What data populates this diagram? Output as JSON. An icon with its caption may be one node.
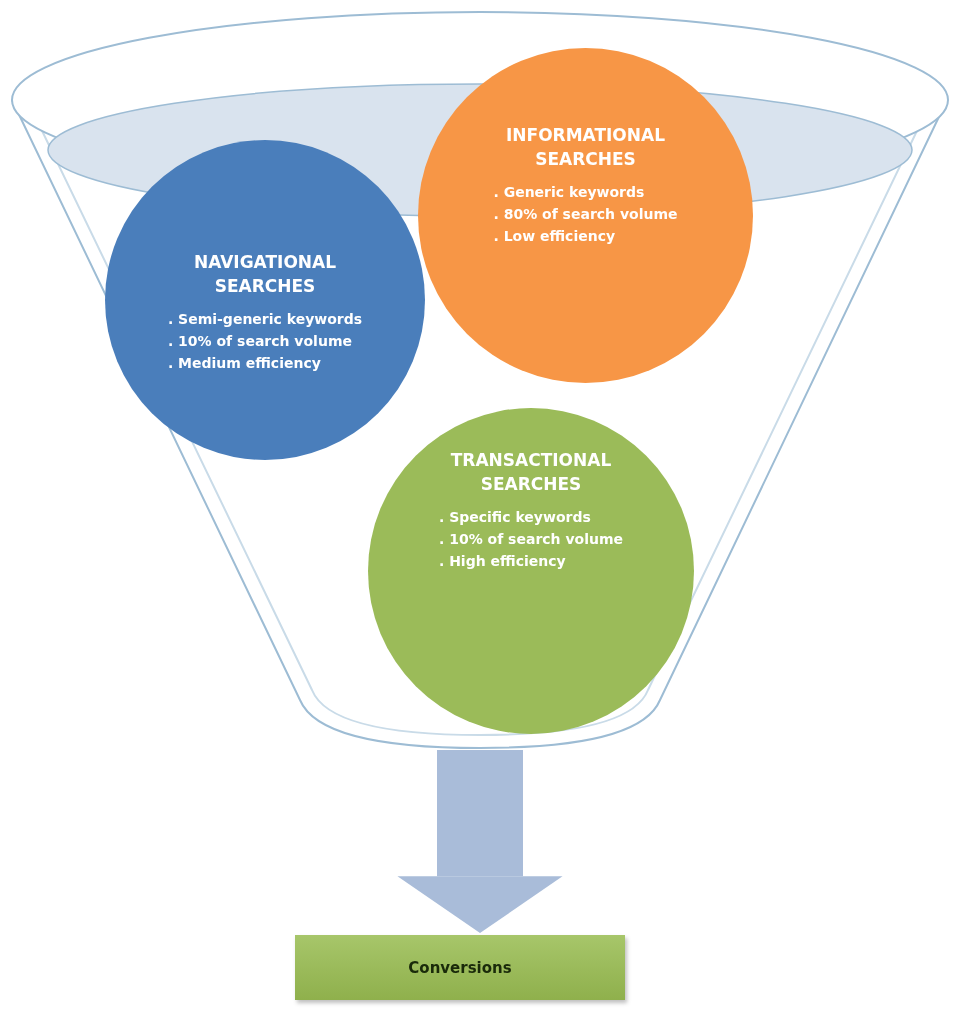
{
  "diagram": {
    "nodes": [
      {
        "text": [],
        "shape": "funnel"
      },
      {
        "text": [
          "NAVIGATIONAL SEARCHES",
          ". Semi-generic keywords",
          ". 10% of search volume",
          ". Medium efficiency"
        ],
        "in": 0
      },
      {
        "text": [
          "INFORMATIONAL SEARCHES",
          ". Generic keywords",
          ". 80% of search volume",
          ". Low efficiency"
        ],
        "in": 0
      },
      {
        "text": [
          "TRANSACTIONAL SEARCHES",
          ". Specific keywords",
          ". 10% of search volume",
          ". High efficiency"
        ],
        "in": 0
      },
      {
        "text": [
          "Conversions"
        ]
      }
    ],
    "edges": [
      {
        "from": 0,
        "to": 4,
        "arrow": "to"
      }
    ]
  }
}
